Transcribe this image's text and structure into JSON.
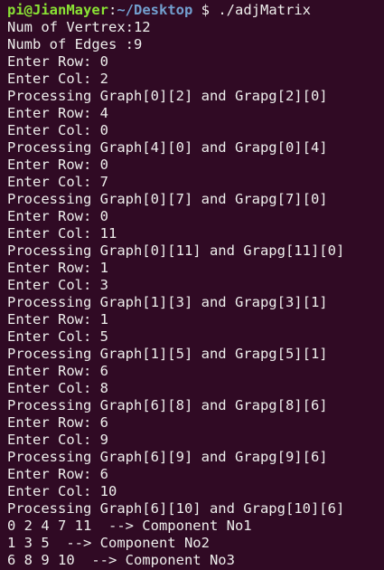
{
  "prompt": {
    "user_host": "pi@JianMayer",
    "colon": ":",
    "path": "~/Desktop",
    "symbol": " $ ",
    "command": "./adjMatrix"
  },
  "output_lines": [
    "Num of Vertrex:12",
    "Numb of Edges :9",
    "Enter Row: 0",
    "Enter Col: 2",
    "Processing Graph[0][2] and Grapg[2][0]",
    "Enter Row: 4",
    "Enter Col: 0",
    "Processing Graph[4][0] and Grapg[0][4]",
    "Enter Row: 0",
    "Enter Col: 7",
    "Processing Graph[0][7] and Grapg[7][0]",
    "Enter Row: 0",
    "Enter Col: 11",
    "Processing Graph[0][11] and Grapg[11][0]",
    "Enter Row: 1",
    "Enter Col: 3",
    "Processing Graph[1][3] and Grapg[3][1]",
    "Enter Row: 1",
    "Enter Col: 5",
    "Processing Graph[1][5] and Grapg[5][1]",
    "Enter Row: 6",
    "Enter Col: 8",
    "Processing Graph[6][8] and Grapg[8][6]",
    "Enter Row: 6",
    "Enter Col: 9",
    "Processing Graph[6][9] and Grapg[9][6]",
    "Enter Row: 6",
    "Enter Col: 10",
    "Processing Graph[6][10] and Grapg[10][6]",
    "0 2 4 7 11  --> Component No1",
    "1 3 5  --> Component No2",
    "6 8 9 10  --> Component No3"
  ],
  "colors": {
    "background": "#300a24",
    "text": "#eeeeec",
    "user_host": "#8ae234",
    "path": "#729fcf"
  }
}
